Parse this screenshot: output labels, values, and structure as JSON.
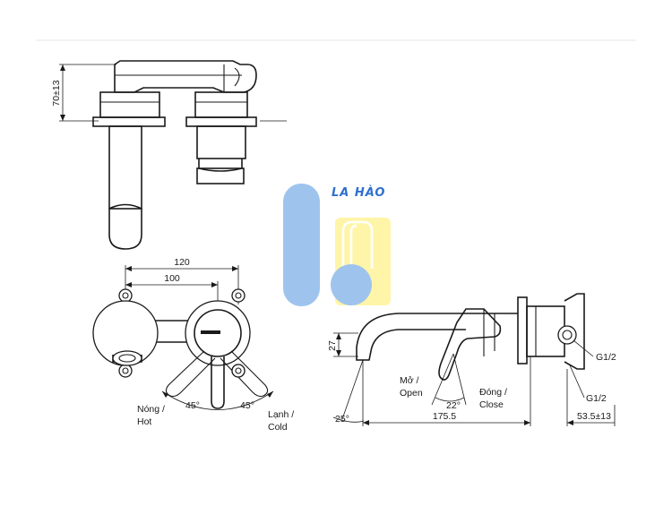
{
  "watermark": {
    "brand": "LA HÀO",
    "colors": {
      "blue": "#9ec4ee",
      "yellow": "#fff5a8",
      "text": "#2f6fd0"
    }
  },
  "drawing": {
    "height_dim": "70±13",
    "plan": {
      "dim_outer": "120",
      "dim_inner": "100",
      "angle_left": "45°",
      "angle_right": "45°",
      "hot_vi": "Nóng /",
      "hot_en": "Hot",
      "cold_vi": "Lạnh /",
      "cold_en": "Cold"
    },
    "side": {
      "spout_height": "27",
      "spout_angle": "25°",
      "open_vi": "Mở /",
      "open_en": "Open",
      "lever_angle": "22°",
      "close_vi": "Đóng /",
      "close_en": "Close",
      "spout_length": "175.5",
      "wall_depth": "53.5±13",
      "thread_top": "G1/2",
      "thread_bottom": "G1/2"
    }
  }
}
